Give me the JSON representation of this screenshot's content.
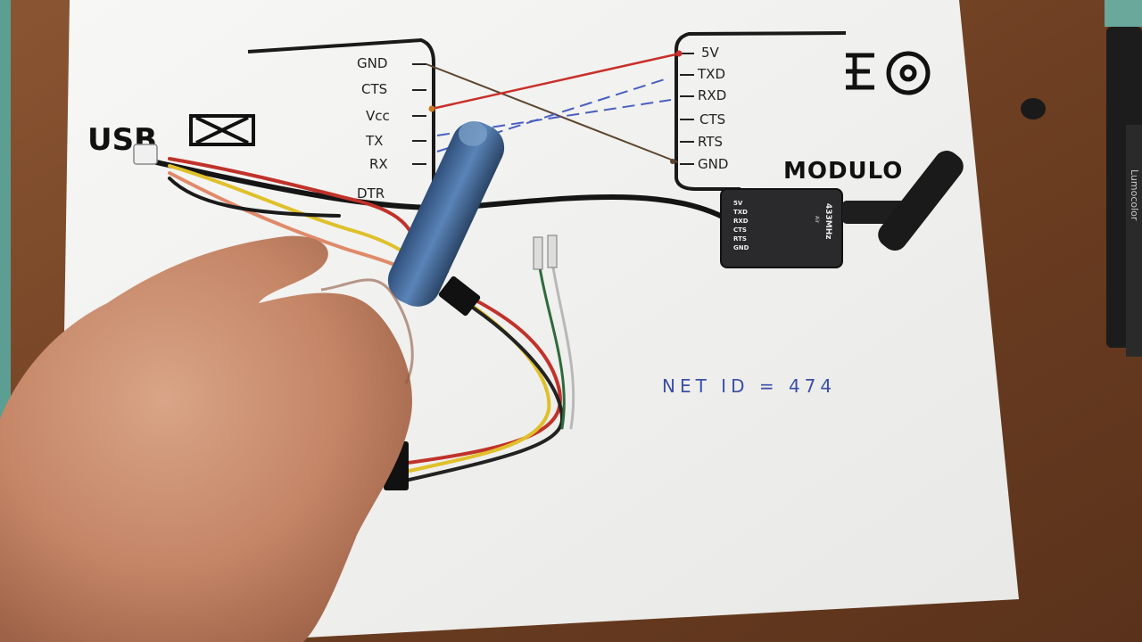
{
  "diagram": {
    "left_header": "USB",
    "left_pins": [
      "GND",
      "CTS",
      "Vcc",
      "TX",
      "RX",
      "DTR"
    ],
    "right_pins": [
      "5V",
      "TXD",
      "RXD",
      "CTS",
      "RTS",
      "GND"
    ],
    "modulo_label": "MODULO",
    "net_id": "NET ID = 474"
  },
  "module": {
    "pins": [
      "5V",
      "TXD",
      "RXD",
      "CTS",
      "RTS",
      "GND"
    ],
    "frequency": "433MHz",
    "variant": "Air"
  },
  "marker_brand": "Lumocolor",
  "colors": {
    "table": "#7a4a2a",
    "paper": "#f4f4f2",
    "ink": "#1a1a1a",
    "red_wire": "#c8302a",
    "blue_dash": "#4a5fc0",
    "module_body": "#2a2a2c",
    "skin": "#c98f72"
  }
}
